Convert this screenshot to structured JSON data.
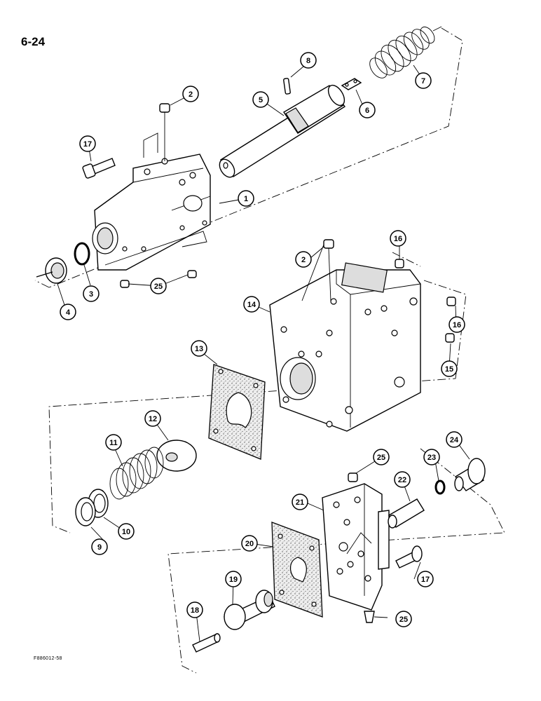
{
  "page_number": "6-24",
  "figure_code": "F886012-58",
  "callouts": [
    "1",
    "2",
    "3",
    "4",
    "5",
    "6",
    "7",
    "8",
    "9",
    "10",
    "11",
    "12",
    "13",
    "14",
    "15",
    "16",
    "17",
    "18",
    "19",
    "20",
    "21",
    "22",
    "23",
    "24",
    "25"
  ]
}
